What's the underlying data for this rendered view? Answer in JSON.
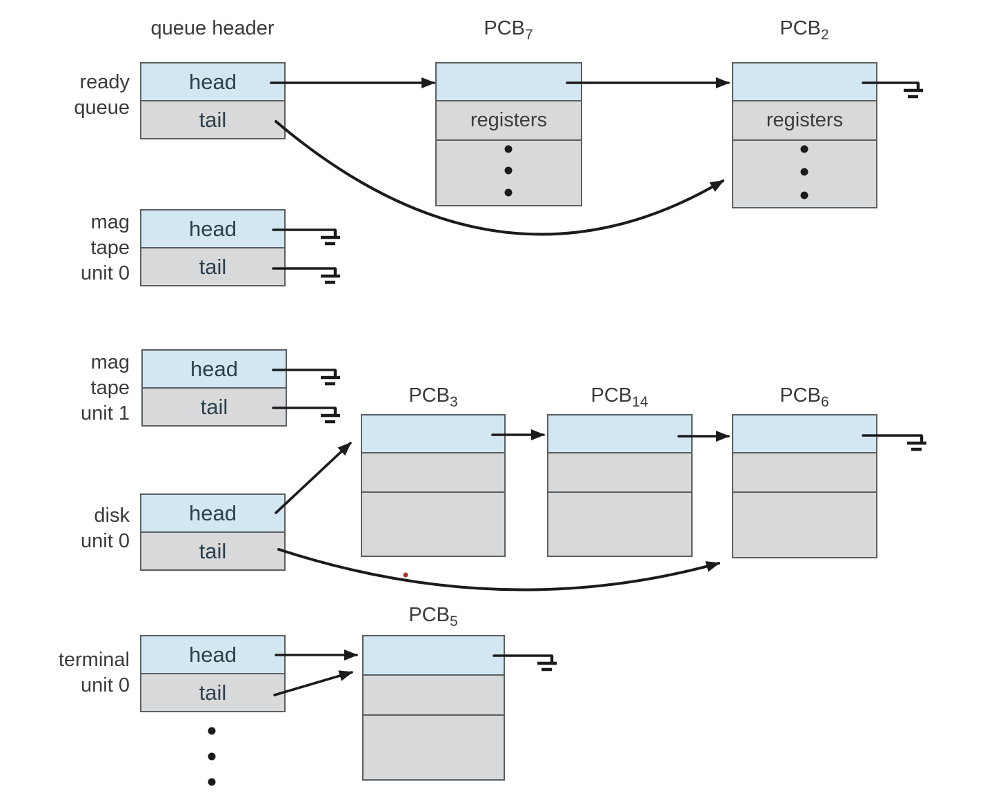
{
  "labels": {
    "queue_header": "queue header",
    "head": "head",
    "tail": "tail",
    "registers": "registers"
  },
  "queues": [
    {
      "l1": "ready",
      "l2": "queue"
    },
    {
      "l1": "mag",
      "l2": "tape",
      "l3": "unit 0"
    },
    {
      "l1": "mag",
      "l2": "tape",
      "l3": "unit 1"
    },
    {
      "l1": "disk",
      "l2": "unit 0"
    },
    {
      "l1": "terminal",
      "l2": "unit 0"
    }
  ],
  "pcbs": [
    {
      "name": "PCB",
      "sub": "7"
    },
    {
      "name": "PCB",
      "sub": "2"
    },
    {
      "name": "PCB",
      "sub": "3"
    },
    {
      "name": "PCB",
      "sub": "14"
    },
    {
      "name": "PCB",
      "sub": "6"
    },
    {
      "name": "PCB",
      "sub": "5"
    }
  ],
  "colors": {
    "row_blue": "#d3e7f3",
    "row_gray": "#d8d9da",
    "border": "#5a5f63",
    "line": "#1b1b1b",
    "label_text": "#3b3b3b",
    "head_tail_text": "#2c3f4c",
    "red_dot": "#b03028",
    "background": "#ffffff"
  }
}
